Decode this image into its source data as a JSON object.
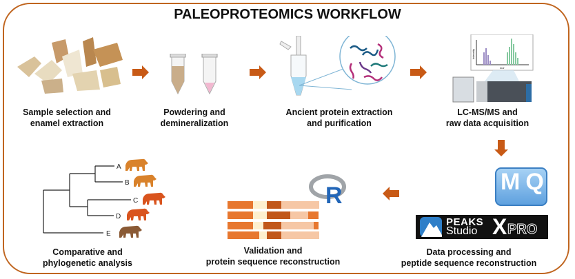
{
  "title": "PALEOPROTEOMICS WORKFLOW",
  "colors": {
    "frame": "#c0651f",
    "arrow": "#c85a16"
  },
  "steps": [
    {
      "line1": "Sample selection and",
      "line2": "enamel extraction"
    },
    {
      "line1": "Powdering and",
      "line2": "demineralization"
    },
    {
      "line1": "Ancient protein extraction",
      "line2": "and purification"
    },
    {
      "line1": "LC-MS/MS and",
      "line2": "raw data acquisition"
    },
    {
      "line1": "Data processing and",
      "line2": "peptide sequence reconstruction"
    },
    {
      "line1": "Validation and",
      "line2": "protein sequence reconstruction"
    },
    {
      "line1": "Comparative and",
      "line2": "phylogenetic analysis"
    }
  ],
  "spectrum": {
    "ylabel": "Intensity",
    "xlabel": "m/z"
  },
  "logos": {
    "maxquant": "MQ",
    "peaks_line1": "PEAKS",
    "peaks_line2": "Studio",
    "peaks_x": "X",
    "peaks_pro": "PRO",
    "r": "R"
  },
  "tree_leaves": [
    "A",
    "B",
    "C",
    "D",
    "E"
  ]
}
